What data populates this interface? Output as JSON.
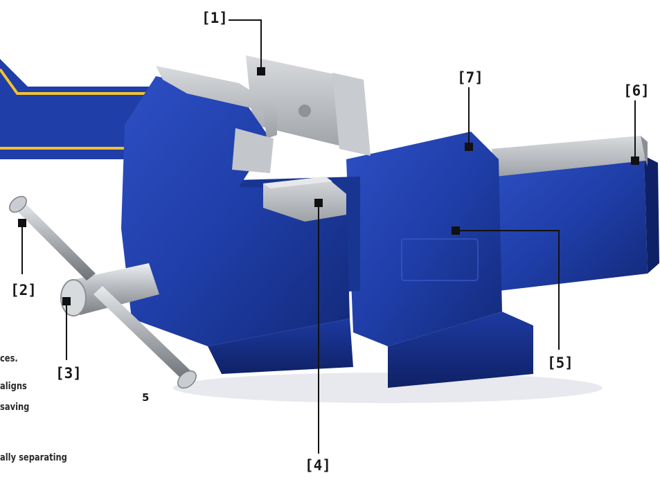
{
  "callouts": {
    "c1": "[1]",
    "c2": "[2]",
    "c3": "[3]",
    "c4": "[4]",
    "c5": "[5]",
    "c6": "[6]",
    "c7": "[7]"
  },
  "side_text": {
    "line1": "ces.",
    "line2": "aligns",
    "line3": "saving",
    "line4": "ally separating"
  },
  "page_number": "5",
  "colors": {
    "body_blue": "#1f3ea8",
    "accent_yellow": "#f2c230",
    "steel": "#b9bcc0"
  }
}
